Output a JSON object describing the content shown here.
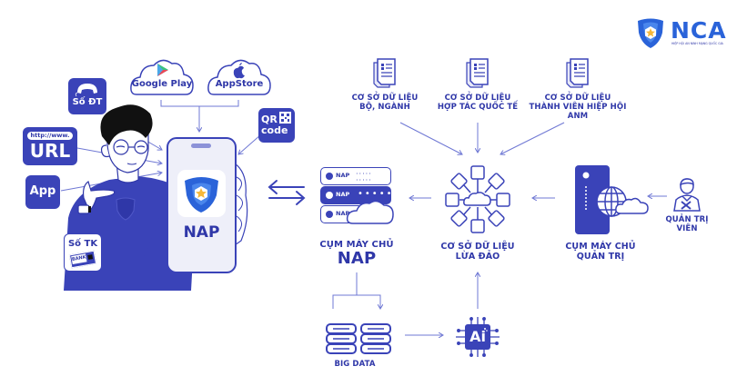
{
  "brand": {
    "logo_text": "NCA",
    "logo_subtitle": "HIỆP HỘI AN NINH MẠNG QUỐC GIA"
  },
  "colors": {
    "primary": "#3a43b8",
    "line": "#6f78d4",
    "phone_bg": "#eeeff9",
    "shield_blue": "#2a63d9",
    "star": "#f6b83a"
  },
  "app_stores": [
    {
      "label": "Google Play",
      "icon": "google-play-icon"
    },
    {
      "label": "AppStore",
      "icon": "apple-icon"
    }
  ],
  "inputs": {
    "phone_number": {
      "label": "Số ĐT",
      "icon": "phone-handset-icon"
    },
    "url": {
      "prefix": "http://www.",
      "label": "URL"
    },
    "app": {
      "label": "App"
    },
    "bank_account": {
      "label": "Số TK",
      "card_text": "BANK"
    },
    "qr": {
      "label_line1": "QR",
      "label_line2": "code",
      "icon": "qr-code-icon"
    }
  },
  "phone": {
    "app_name": "NAP",
    "icon": "shield-star-icon"
  },
  "exchange_icon": "bidirectional-arrows-icon",
  "nap_cluster": {
    "rack_labels": [
      "NAP",
      "NAP",
      "NAP"
    ],
    "title_line1": "CỤM MÁY CHỦ",
    "title_line2": "NAP"
  },
  "fraud_db": {
    "title_line1": "CƠ SỞ DỮ LIỆU",
    "title_line2": "LỪA ĐẢO",
    "icon": "network-database-icon"
  },
  "admin_cluster": {
    "title_line1": "CỤM MÁY CHỦ",
    "title_line2": "QUẢN TRỊ",
    "icon": "server-globe-cloud-icon"
  },
  "admin_user": {
    "title_line1": "QUẢN TRỊ",
    "title_line2": "VIÊN",
    "icon": "admin-user-icon"
  },
  "sources": [
    {
      "line1": "CƠ SỞ DỮ LIỆU",
      "line2": "BỘ, NGÀNH"
    },
    {
      "line1": "CƠ SỞ DỮ LIỆU",
      "line2": "HỢP TÁC QUỐC TẾ"
    },
    {
      "line1": "CƠ SỞ DỮ LIỆU",
      "line2": "THÀNH VIÊN HIỆP HỘI ANM"
    }
  ],
  "big_data": {
    "label": "BIG DATA",
    "icon": "database-stack-icon"
  },
  "ai": {
    "label": "Ai",
    "icon": "ai-chip-icon"
  }
}
